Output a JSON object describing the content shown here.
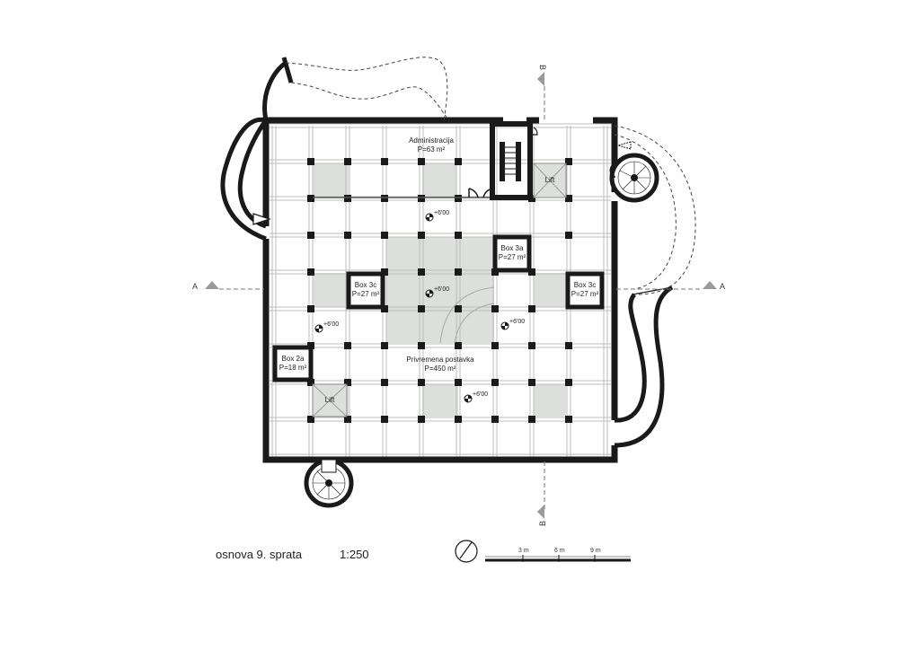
{
  "drawing": {
    "title": "osnova 9. sprata",
    "scale": "1:250"
  },
  "rooms": {
    "administration": {
      "name": "Administracija",
      "area": "P=63 m²"
    },
    "exhibition": {
      "name": "Privremena postavka",
      "area": "P=450 m²"
    },
    "box3a": {
      "name": "Box 3a",
      "area": "P=27 m²"
    },
    "box3c_left": {
      "name": "Box 3c",
      "area": "P=27 m²"
    },
    "box3c_right": {
      "name": "Box 3c",
      "area": "P=27 m²"
    },
    "box2a": {
      "name": "Box 2a",
      "area": "P=18 m²"
    },
    "lift_top": "Lift",
    "lift_bottom": "Lift"
  },
  "levels": {
    "l1": "+6'00",
    "l2": "+6'00",
    "l3": "+6'00",
    "l4": "+6'00",
    "l5": "+6'00"
  },
  "sections": {
    "a_left": "A",
    "a_right": "A",
    "b_top": "B",
    "b_bottom": "B"
  },
  "scalebar": {
    "t1": "3 m",
    "t2": "6 m",
    "t3": "9 m"
  },
  "colors": {
    "wall": "#1a1a1a",
    "grid": "#bdbdbd",
    "shade": "#dcdfdc",
    "dashed": "#444444"
  }
}
